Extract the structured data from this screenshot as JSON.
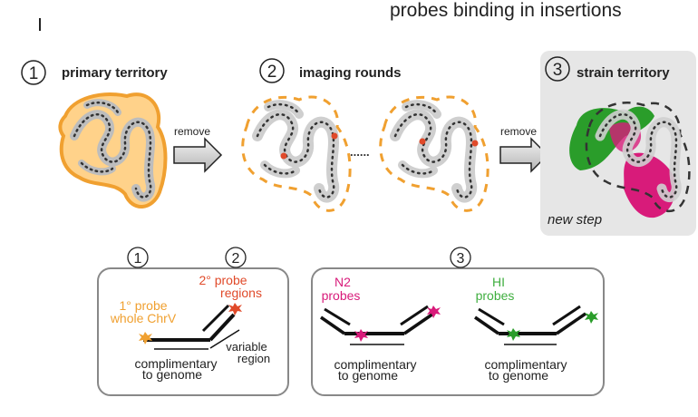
{
  "header": {
    "title": "probes binding in insertions"
  },
  "steps": [
    {
      "number": "1",
      "label": "primary territory"
    },
    {
      "number": "2",
      "label": "imaging rounds"
    },
    {
      "number": "3",
      "label": "strain territory",
      "note": "new step"
    }
  ],
  "arrows": {
    "remove_1": "remove",
    "remove_2": "remove",
    "ellipsis": "......"
  },
  "panel_a": {
    "number_1": "1",
    "number_2": "2",
    "primary_probe_line1": "1° probe",
    "primary_probe_line2": "whole ChrV",
    "secondary_probe_line1": "2° probe",
    "secondary_probe_line2": "regions",
    "variable_line1": "variable",
    "variable_line2": "region",
    "complement_line1": "complimentary",
    "complement_line2": "to genome"
  },
  "panel_b": {
    "number": "3",
    "n2_line1": "N2",
    "n2_line2": "probes",
    "hi_line1": "HI",
    "hi_line2": "probes",
    "complement_a_line1": "complimentary",
    "complement_a_line2": "to genome",
    "complement_b_line1": "complimentary",
    "complement_b_line2": "to genome"
  },
  "colors": {
    "orange": "#f0a030",
    "green": "#2a9d2a",
    "magenta": "#d81b7a",
    "red": "#e04a2a",
    "green_text": "#3fae3f",
    "gray_panel": "#e6e6e6",
    "border_gray": "#888888"
  }
}
